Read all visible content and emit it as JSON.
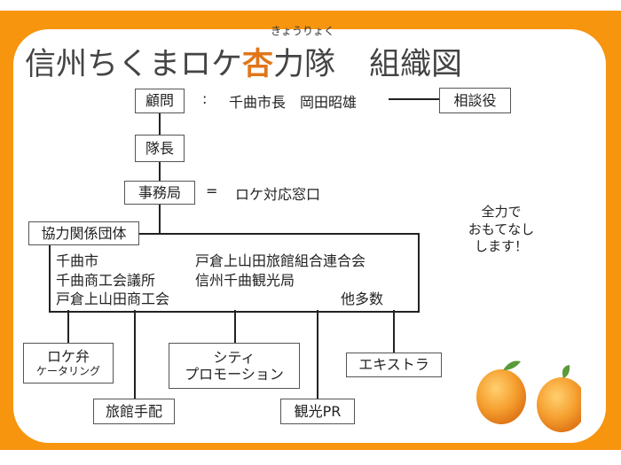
{
  "title": {
    "part1": "信州ちくまロケ",
    "highlight": "杏",
    "part2": "力隊",
    "part3": "組織図",
    "ruby": "きょうりょく"
  },
  "advisor": {
    "box": "顧問",
    "sep": ":",
    "name": "千曲市長　岡田昭雄",
    "consultant": "相談役"
  },
  "captain": "隊長",
  "office": {
    "box": "事務局",
    "sep": "=",
    "desc": "ロケ対応窓口"
  },
  "partners": {
    "box": "協力関係団体",
    "col1": [
      "千曲市",
      "千曲商工会議所",
      "戸倉上山田商工会"
    ],
    "col2": [
      "戸倉上山田旅館組合連合会",
      "信州千曲観光局"
    ],
    "others": "他多数"
  },
  "services": {
    "bento": "ロケ弁",
    "catering": "ケータリング",
    "ryokan": "旅館手配",
    "city1": "シティ",
    "city2": "プロモーション",
    "pr": "観光PR",
    "extra": "エキストラ"
  },
  "slogan": [
    "全力で",
    "おもてなし",
    "します！"
  ],
  "colors": {
    "orange": "#f7950f",
    "accent": "#e0761a"
  }
}
